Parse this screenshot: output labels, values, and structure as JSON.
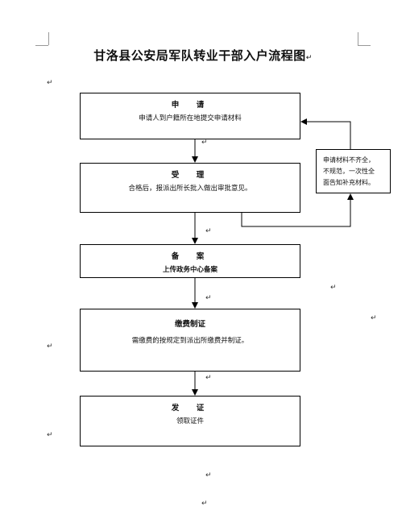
{
  "title": "甘洛县公安局军队转业干部入户流程图",
  "para_mark": "↵",
  "steps": [
    {
      "head": "申　请",
      "body": "申请人到户籍所在地提交申请材料",
      "marks": [
        ""
      ]
    },
    {
      "head": "受　理",
      "body": "合格后，报派出所长批入做出审批意见。",
      "marks": [
        "",
        ""
      ]
    },
    {
      "head": "备　案",
      "body": "上传政务中心备案",
      "marks": []
    },
    {
      "head": "缴费制证",
      "body": "需缴费的按规定到派出所缴费并制证。",
      "marks": [
        ""
      ]
    },
    {
      "head": "发　证",
      "body": "领取证件",
      "marks": [
        ""
      ]
    }
  ],
  "side_note": {
    "lines": [
      "申请材料不齐全，",
      "不规范，一次性全",
      "面告知补充材料。"
    ]
  }
}
